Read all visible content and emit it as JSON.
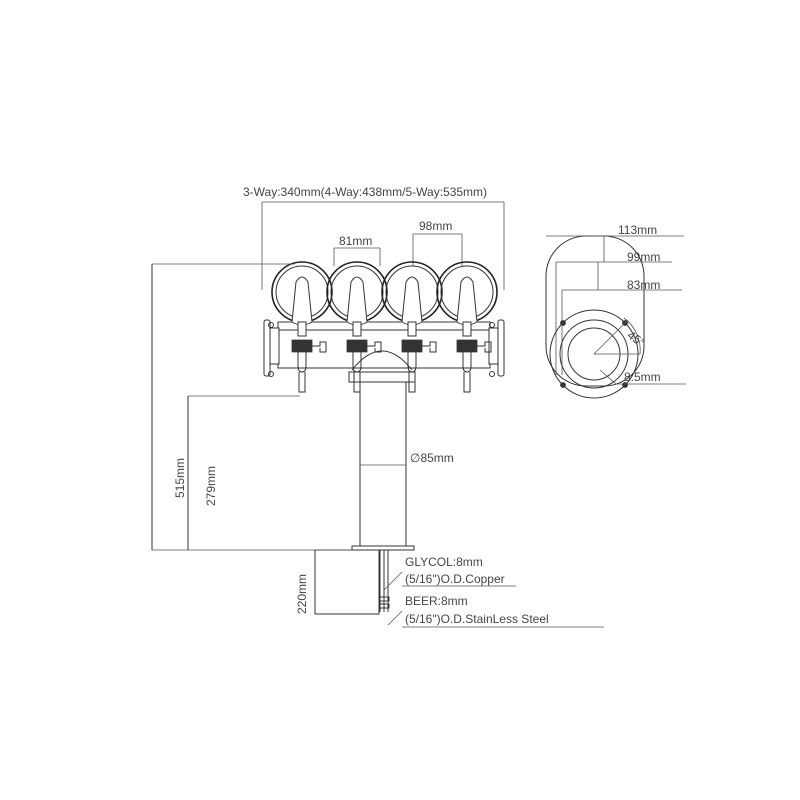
{
  "dimensions": {
    "overall_width": "3-Way:340mm(4-Way:438mm/5-Way:535mm)",
    "tap_spacing": "81mm",
    "tap_pitch": "98mm",
    "total_height": "515mm",
    "spout_height": "279mm",
    "column_diameter": "∅85mm",
    "below_counter": "220mm",
    "side_113": "113mm",
    "side_99": "99mm",
    "side_83": "83mm",
    "bolt_hole": "8.5mm",
    "angle": "45°"
  },
  "notes": {
    "glycol_line1": "GLYCOL:8mm",
    "glycol_line2": "(5/16\")O.D.Copper",
    "beer_line1": "BEER:8mm",
    "beer_line2": "(5/16\")O.D.StainLess Steel"
  },
  "colors": {
    "line": "#333333",
    "background": "#ffffff"
  }
}
